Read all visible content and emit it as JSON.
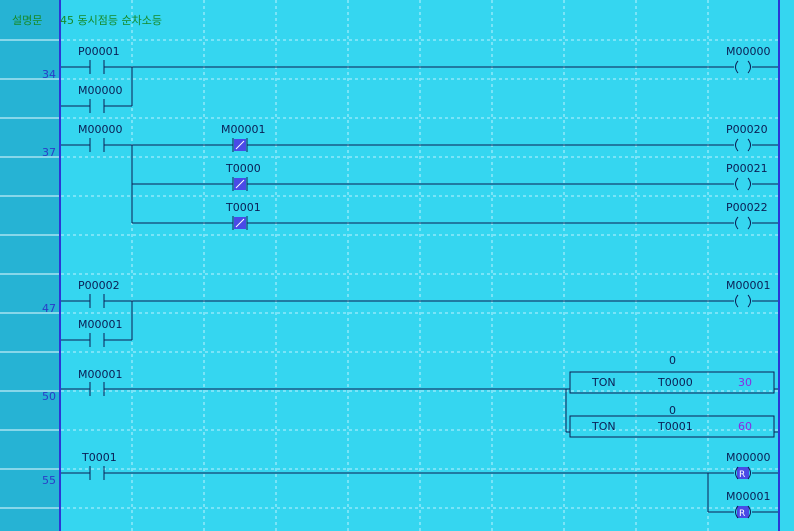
{
  "comment": {
    "prefix": "설명문",
    "text": "45 동시점등 순차소등"
  },
  "colors": {
    "background": "#35d6f0",
    "gutter": "#26b3d4",
    "rail": "#2b37d6",
    "wire": "#0b1f55",
    "step": "#2a3dc8",
    "comment": "#168a2a",
    "preset": "#8a2be2",
    "nc_fill": "#4a4ae6"
  },
  "rungs": [
    {
      "step": "34",
      "contacts": [
        {
          "label": "P00001",
          "type": "no"
        },
        {
          "label": "M00000",
          "type": "no",
          "branch": true
        }
      ],
      "coils": [
        {
          "label": "M00000",
          "type": "coil"
        }
      ]
    },
    {
      "step": "37",
      "contacts": [
        {
          "label": "M00000",
          "type": "no"
        },
        {
          "label": "M00001",
          "type": "nc"
        },
        {
          "label": "T0000",
          "type": "nc"
        },
        {
          "label": "T0001",
          "type": "nc"
        }
      ],
      "coils": [
        {
          "label": "P00020",
          "type": "coil"
        },
        {
          "label": "P00021",
          "type": "coil"
        },
        {
          "label": "P00022",
          "type": "coil"
        }
      ]
    },
    {
      "step": "47",
      "contacts": [
        {
          "label": "P00002",
          "type": "no"
        },
        {
          "label": "M00001",
          "type": "no",
          "branch": true
        }
      ],
      "coils": [
        {
          "label": "M00001",
          "type": "coil"
        }
      ]
    },
    {
      "step": "50",
      "contacts": [
        {
          "label": "M00001",
          "type": "no"
        }
      ],
      "timers": [
        {
          "current": "0",
          "instruction": "TON",
          "device": "T0000",
          "preset": "30"
        },
        {
          "current": "0",
          "instruction": "TON",
          "device": "T0001",
          "preset": "60"
        }
      ]
    },
    {
      "step": "55",
      "contacts": [
        {
          "label": "T0001",
          "type": "no"
        }
      ],
      "coils": [
        {
          "label": "M00000",
          "type": "reset",
          "symbol": "R"
        },
        {
          "label": "M00001",
          "type": "reset",
          "symbol": "R"
        }
      ]
    }
  ]
}
